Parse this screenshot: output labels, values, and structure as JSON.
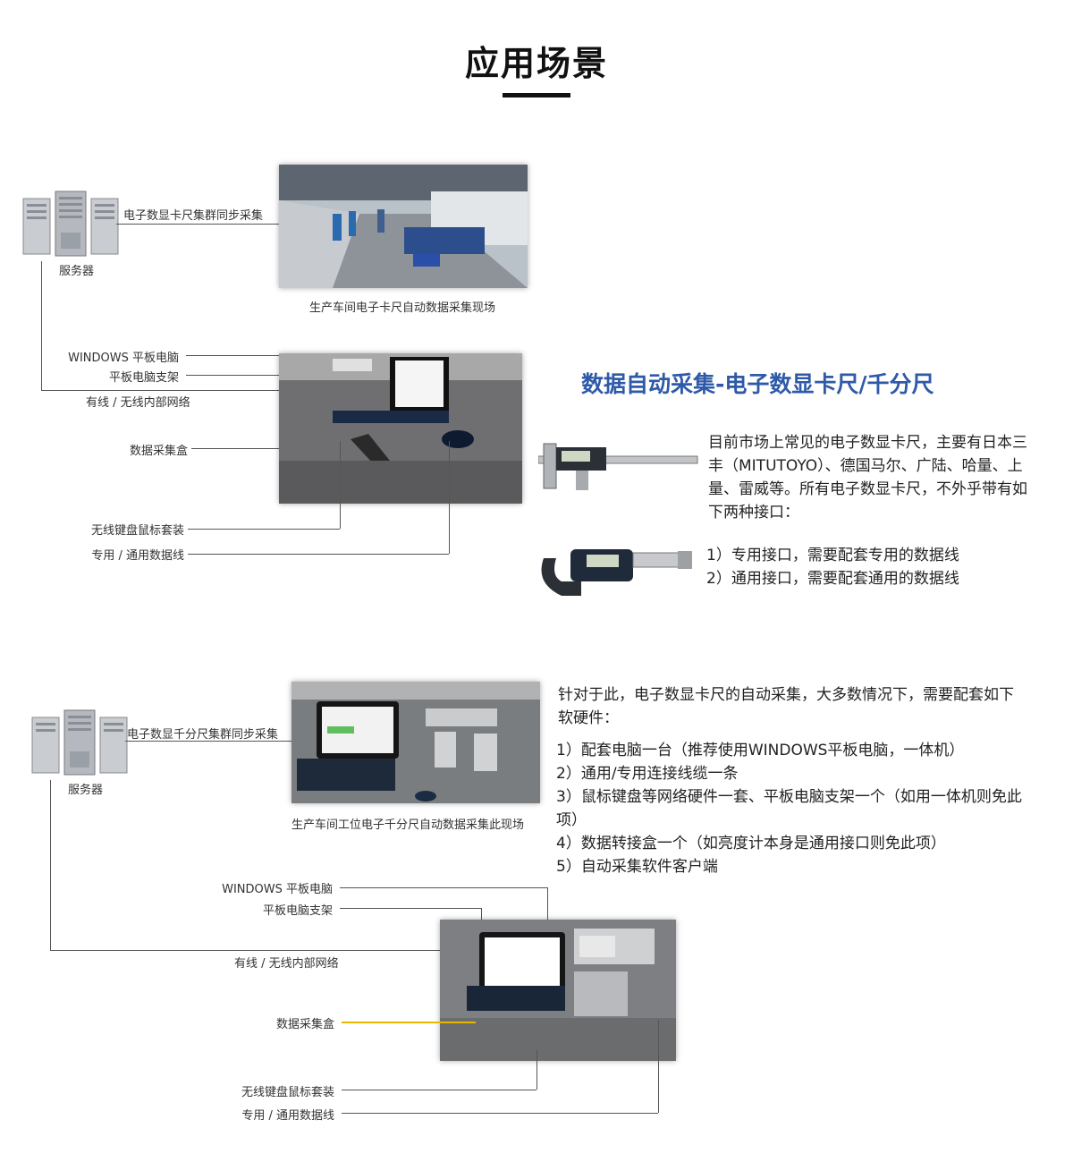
{
  "header": {
    "title": "应用场景"
  },
  "section1": {
    "server_label": "服务器",
    "sync_label": "电子数显卡尺集群同步采集",
    "workshop_caption": "生产车间电子卡尺自动数据采集现场",
    "callouts": {
      "tablet": "WINDOWS 平板电脑",
      "stand": "平板电脑支架",
      "network": "有线 / 无线内部网络",
      "box": "数据采集盒",
      "keyboard": "无线键盘鼠标套装",
      "cable": "专用 / 通用数据线"
    },
    "heading": "数据自动采集-电子数显卡尺/千分尺",
    "intro": "目前市场上常见的电子数显卡尺，主要有日本三丰（MITUTOYO）、德国马尔、广陆、哈量、上量、雷威等。所有电子数显卡尺，不外乎带有如下两种接口：",
    "interfaces": [
      "1）专用接口，需要配套专用的数据线",
      "2）通用接口，需要配套通用的数据线"
    ]
  },
  "section2": {
    "server_label": "服务器",
    "sync_label": "电子数显千分尺集群同步采集",
    "workshop_caption": "生产车间工位电子千分尺自动数据采集此现场",
    "callouts": {
      "tablet": "WINDOWS 平板电脑",
      "stand": "平板电脑支架",
      "network": "有线 / 无线内部网络",
      "box": "数据采集盒",
      "keyboard": "无线键盘鼠标套装",
      "cable": "专用 / 通用数据线"
    },
    "intro": "针对于此，电子数显卡尺的自动采集，大多数情况下，需要配套如下软硬件：",
    "items": [
      "1）配套电脑一台（推荐使用WINDOWS平板电脑，一体机）",
      "2）通用/专用连接线缆一条",
      "3）鼠标键盘等网络硬件一套、平板电脑支架一个（如用一体机则免此项）",
      "4）数据转接盒一个（如亮度计本身是通用接口则免此项）",
      "5）自动采集软件客户端"
    ]
  },
  "colors": {
    "accent": "#2e5aa8",
    "highlight_line": "#e6b800",
    "lines": "#555555"
  }
}
